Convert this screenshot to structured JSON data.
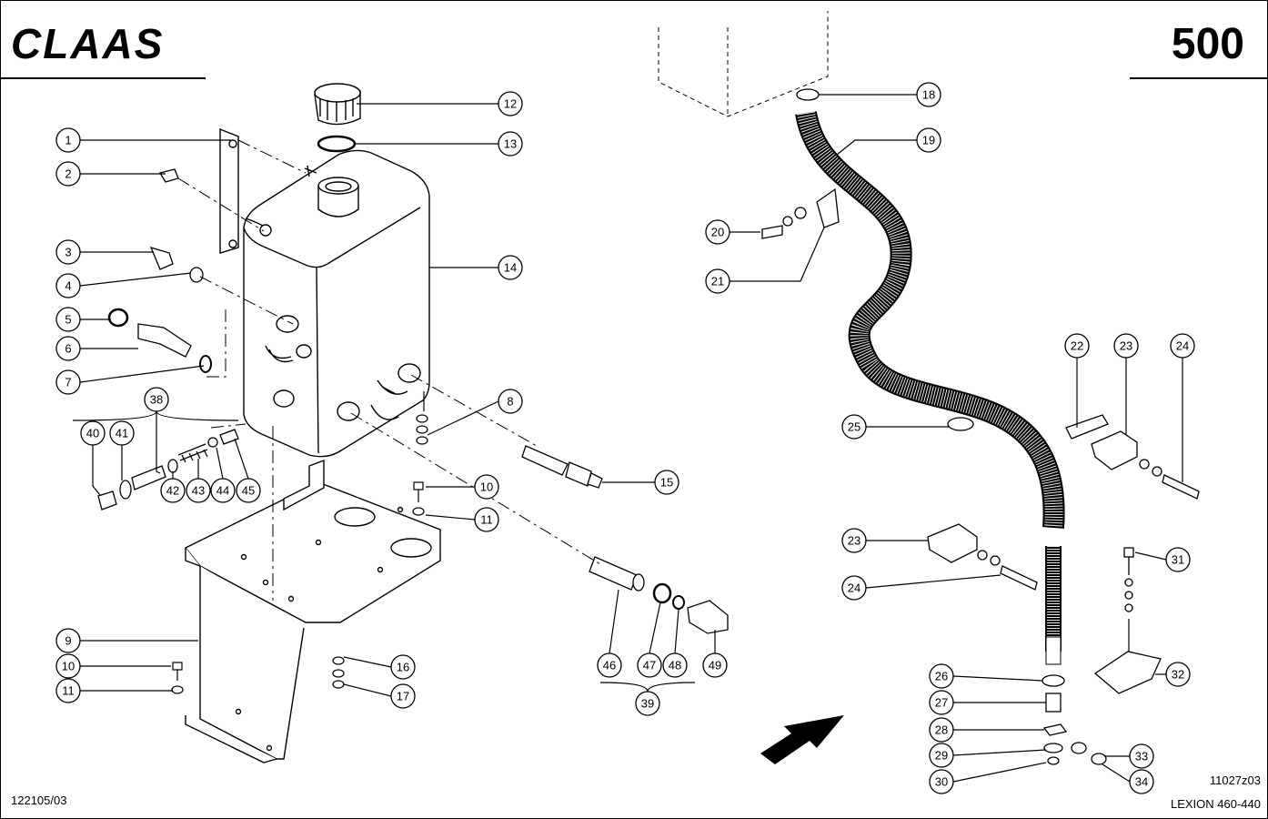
{
  "header": {
    "brand": "CLAAS",
    "page_number": "500"
  },
  "footer": {
    "doc_number": "122105/03",
    "drawing_code": "11027z03",
    "model": "LEXION 460-440"
  },
  "callouts": [
    "1",
    "2",
    "3",
    "4",
    "5",
    "6",
    "7",
    "8",
    "9",
    "10",
    "11",
    "12",
    "13",
    "14",
    "15",
    "16",
    "17",
    "18",
    "19",
    "20",
    "21",
    "22",
    "23",
    "24",
    "25",
    "26",
    "27",
    "28",
    "29",
    "30",
    "31",
    "32",
    "33",
    "34",
    "38",
    "39",
    "40",
    "41",
    "42",
    "43",
    "44",
    "45",
    "46",
    "47",
    "48",
    "49"
  ]
}
